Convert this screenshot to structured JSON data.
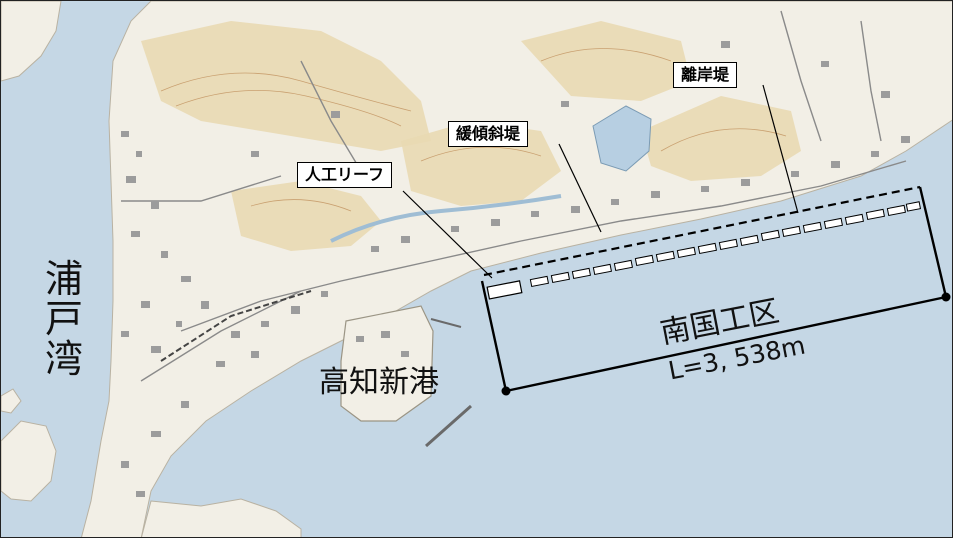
{
  "map": {
    "callouts": {
      "detached_breakwater": "離岸堤",
      "gentle_slope_levee": "緩傾斜堤",
      "artificial_reef": "人工リーフ"
    },
    "labels": {
      "bay": "浦\n戸\n湾",
      "new_port": "高知新港",
      "section_name": "南国工区",
      "section_length": "L=3, 538m"
    },
    "colors": {
      "sea": "#c5d7e5",
      "land": "#f2efe6",
      "hills": "#e9d9b2",
      "contour": "#c9a070",
      "roads": "#8a8a8a",
      "buildings": "#9c9c9c",
      "water_inland": "#b7cfe2"
    }
  }
}
